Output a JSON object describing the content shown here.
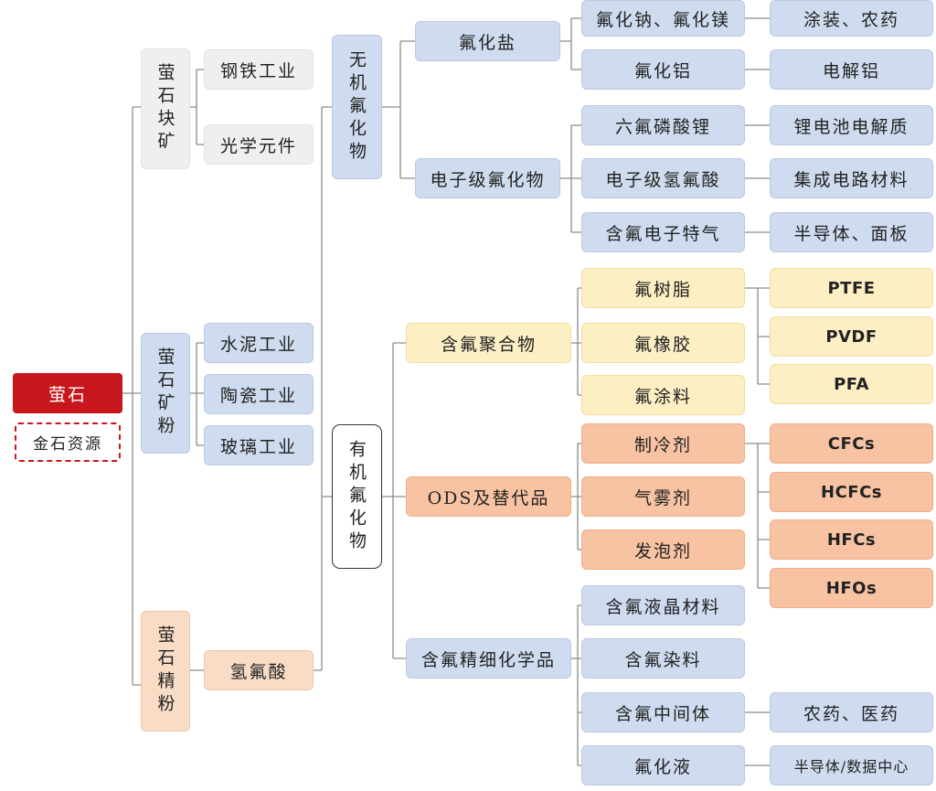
{
  "root": {
    "label": "萤石",
    "source": "金石资源"
  },
  "ore_forms": [
    {
      "label": "萤石块矿",
      "uses": [
        "钢铁工业",
        "光学元件"
      ]
    },
    {
      "label": "萤石矿粉",
      "uses": [
        "水泥工业",
        "陶瓷工业",
        "玻璃工业"
      ]
    },
    {
      "label": "萤石精粉",
      "uses": [
        "氢氟酸"
      ]
    }
  ],
  "compound_classes": [
    {
      "label": "无机氟化物",
      "groups": [
        {
          "label": "氟化盐",
          "items": [
            {
              "product": "氟化钠、氟化镁",
              "application": "涂装、农药"
            },
            {
              "product": "氟化铝",
              "application": "电解铝"
            }
          ]
        },
        {
          "label": "电子级氟化物",
          "items": [
            {
              "product": "六氟磷酸锂",
              "application": "锂电池电解质"
            },
            {
              "product": "电子级氢氟酸",
              "application": "集成电路材料"
            },
            {
              "product": "含氟电子特气",
              "application": "半导体、面板"
            }
          ]
        }
      ]
    },
    {
      "label": "有机氟化物",
      "groups": [
        {
          "label": "含氟聚合物",
          "items": [
            {
              "product": "氟树脂"
            },
            {
              "product": "氟橡胶"
            },
            {
              "product": "氟涂料"
            }
          ],
          "outputs": [
            "PTFE",
            "PVDF",
            "PFA"
          ]
        },
        {
          "label": "ODS及替代品",
          "items": [
            {
              "product": "制冷剂"
            },
            {
              "product": "气雾剂"
            },
            {
              "product": "发泡剂"
            }
          ],
          "outputs": [
            "CFCs",
            "HCFCs",
            "HFCs",
            "HFOs"
          ]
        },
        {
          "label": "含氟精细化学品",
          "items": [
            {
              "product": "含氟液晶材料"
            },
            {
              "product": "含氟染料"
            },
            {
              "product": "含氟中间体",
              "application": "农药、医药"
            },
            {
              "product": "氟化液",
              "application": "半导体/数据中心"
            }
          ]
        }
      ]
    }
  ],
  "colors": {
    "red": "#c8161d",
    "blue": "#cfdcef",
    "gray": "#efefef",
    "yellow": "#fdefc4",
    "orange": "#f7c3a2",
    "peach": "#f9dcc6",
    "line": "#8c8c8c"
  }
}
